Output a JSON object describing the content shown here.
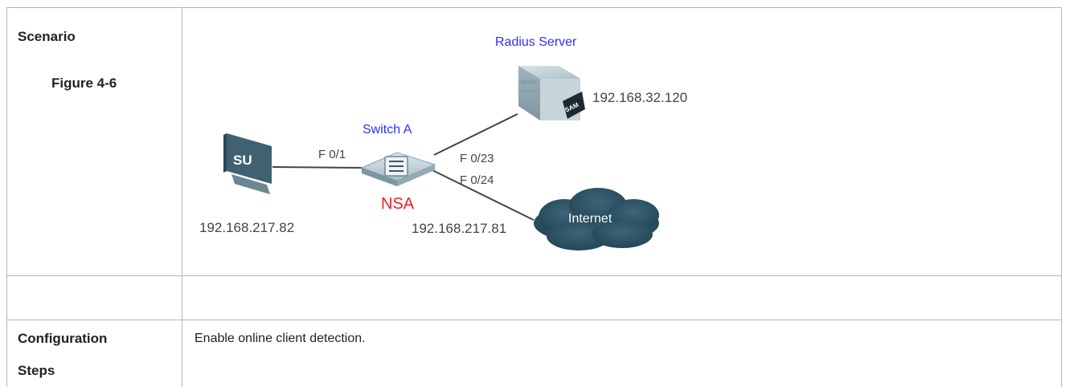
{
  "row1": {
    "label": "Scenario",
    "figure_label": "Figure 4-6",
    "diagram": {
      "radius_label": "Radius Server",
      "radius_ip": "192.168.32.120",
      "radius_badge": "SAM",
      "switch_label": "Switch A",
      "switch_role": "NSA",
      "client_label": "SU",
      "client_ip": "192.168.217.82",
      "switch_ip": "192.168.217.81",
      "port_client": "F 0/1",
      "port_radius": "F 0/23",
      "port_internet": "F 0/24",
      "internet_label": "Internet",
      "colors": {
        "blue": "#2f2ff0",
        "red": "#ee2020",
        "device": "#5b7c8c"
      }
    }
  },
  "row2": {
    "content": ""
  },
  "row3": {
    "label_line1": "Configuration",
    "label_line2": "Steps",
    "content": "Enable online client detection."
  }
}
